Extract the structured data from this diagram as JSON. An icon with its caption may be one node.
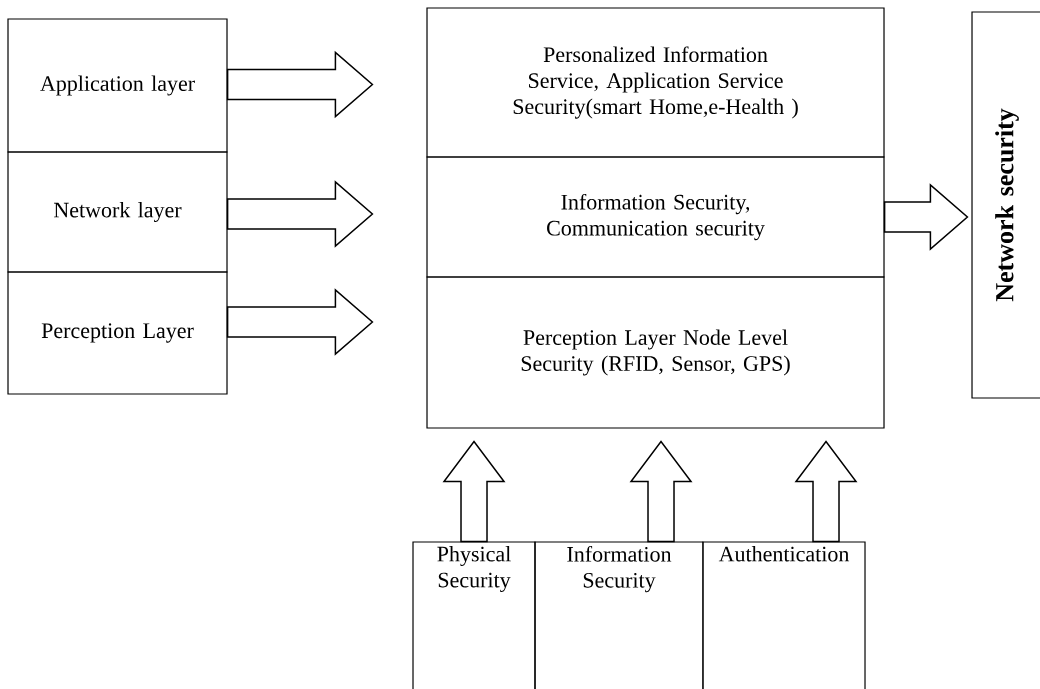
{
  "diagram": {
    "nodes": [
      {
        "text": [
          "Application layer"
        ]
      },
      {
        "text": [
          "Network layer"
        ]
      },
      {
        "text": [
          "Perception Layer"
        ]
      },
      {
        "text": [
          "Personalized Information Service, Application Service Security(smart Home,e-Health )"
        ]
      },
      {
        "text": [
          "Information Security, Communication security"
        ]
      },
      {
        "text": [
          "Perception Layer Node Level Security (RFID, Sensor, GPS)"
        ]
      },
      {
        "text": [
          "Network security"
        ]
      },
      {
        "text": [
          "Physical Security"
        ]
      },
      {
        "text": [
          "Information Security"
        ]
      },
      {
        "text": [
          "Authentication"
        ]
      }
    ],
    "edges": [
      {
        "from": 0,
        "to": 3,
        "arrow": "to"
      },
      {
        "from": 1,
        "to": 4,
        "arrow": "to"
      },
      {
        "from": 2,
        "to": 5,
        "arrow": "to"
      },
      {
        "from": 4,
        "to": 6,
        "arrow": "to"
      },
      {
        "from": 7,
        "to": 5,
        "arrow": "to"
      },
      {
        "from": 8,
        "to": 5,
        "arrow": "to"
      },
      {
        "from": 9,
        "to": 5,
        "arrow": "to"
      }
    ]
  }
}
